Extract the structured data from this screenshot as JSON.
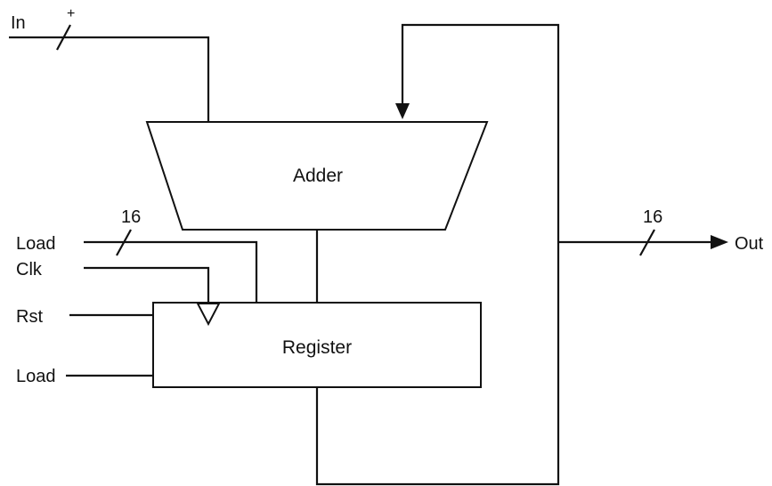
{
  "diagram": {
    "blocks": {
      "adder": "Adder",
      "register": "Register"
    },
    "ports": {
      "in": "In",
      "in_marker": "+",
      "load_top": "Load",
      "clk": "Clk",
      "rst": "Rst",
      "load_bottom": "Load",
      "out": "Out"
    },
    "bus_widths": {
      "load_bus": "16",
      "out_bus": "16"
    }
  }
}
